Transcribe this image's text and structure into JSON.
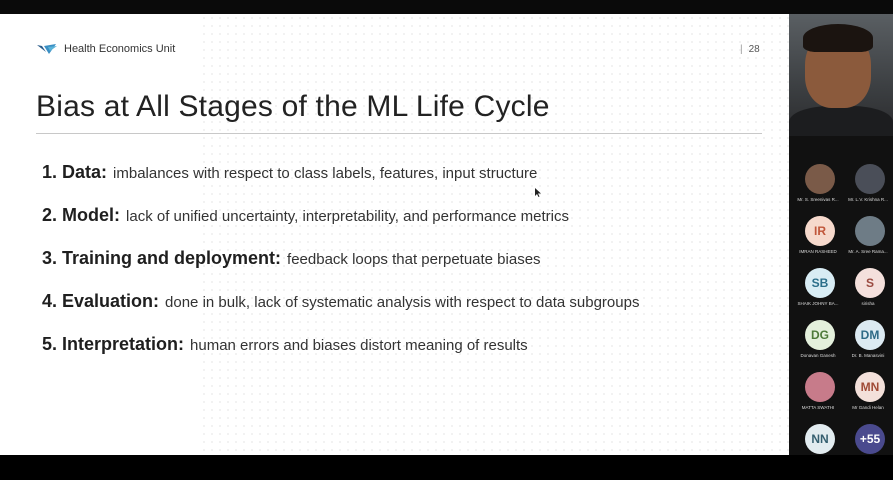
{
  "slide": {
    "brand": "Health Economics Unit",
    "page_number": "28",
    "title": "Bias at All Stages of the ML Life Cycle",
    "items": [
      {
        "label": "1. Data:",
        "desc": "imbalances with respect to class labels, features, input structure"
      },
      {
        "label": "2. Model:",
        "desc": "lack of unified uncertainty, interpretability, and performance metrics"
      },
      {
        "label": "3. Training and deployment:",
        "desc": "feedback loops that perpetuate biases"
      },
      {
        "label": "4. Evaluation:",
        "desc": "done in bulk, lack of systematic analysis with respect to data subgroups"
      },
      {
        "label": "5. Interpretation:",
        "desc": "human errors and biases distort meaning of results"
      }
    ]
  },
  "participants": [
    {
      "initials": "",
      "name": "Mr. S. Sreenivas R...",
      "avatar_color": "#7a5a48",
      "photo": true
    },
    {
      "initials": "",
      "name": "Mr. L.V. Krishna R...",
      "avatar_color": "#4a4e58",
      "photo": true
    },
    {
      "initials": "IR",
      "name": "IMRAN RASHEED",
      "avatar_color": "#f6d9cc",
      "text_color": "#c0563a"
    },
    {
      "initials": "",
      "name": "Mr. A. Sree Rama...",
      "avatar_color": "#6e7c86",
      "photo": true
    },
    {
      "initials": "SB",
      "name": "SHAIK JOHNY BA...",
      "avatar_color": "#d8ecf4",
      "text_color": "#2b6e8a"
    },
    {
      "initials": "S",
      "name": "sirisha",
      "avatar_color": "#f4e0dc",
      "text_color": "#9a4a40"
    },
    {
      "initials": "DG",
      "name": "Donavan Ganesh",
      "avatar_color": "#e4f0dc",
      "text_color": "#4e7a3a"
    },
    {
      "initials": "DM",
      "name": "Dr. B. Manasvini",
      "avatar_color": "#dceaf2",
      "text_color": "#2e6a86"
    },
    {
      "initials": "",
      "name": "MATTA SWATHI",
      "avatar_color": "#c77b8a",
      "photo": true
    },
    {
      "initials": "MN",
      "name": "Mr Gandi Helan",
      "avatar_color": "#f3e0da",
      "text_color": "#a04a36"
    },
    {
      "initials": "NN",
      "name": "",
      "avatar_color": "#e2ecf0",
      "text_color": "#355f70"
    },
    {
      "initials": "+55",
      "name": "",
      "avatar_color": "#4a4a8e",
      "text_color": "#ffffff"
    }
  ]
}
